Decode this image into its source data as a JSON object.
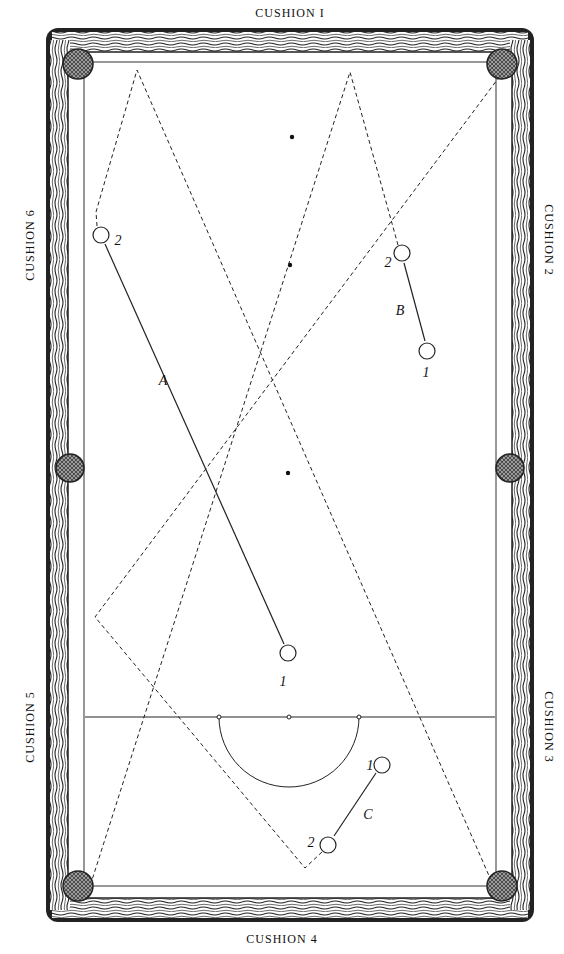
{
  "diagram": {
    "labels": [
      "CUSHION I",
      "CUSHION 6",
      "CUSHION 2",
      "2",
      "2",
      "B",
      "1",
      "A",
      "CUSHION 5",
      "CUSHION 3",
      "1",
      "1",
      "C",
      "2",
      "CUSHION 4"
    ]
  }
}
